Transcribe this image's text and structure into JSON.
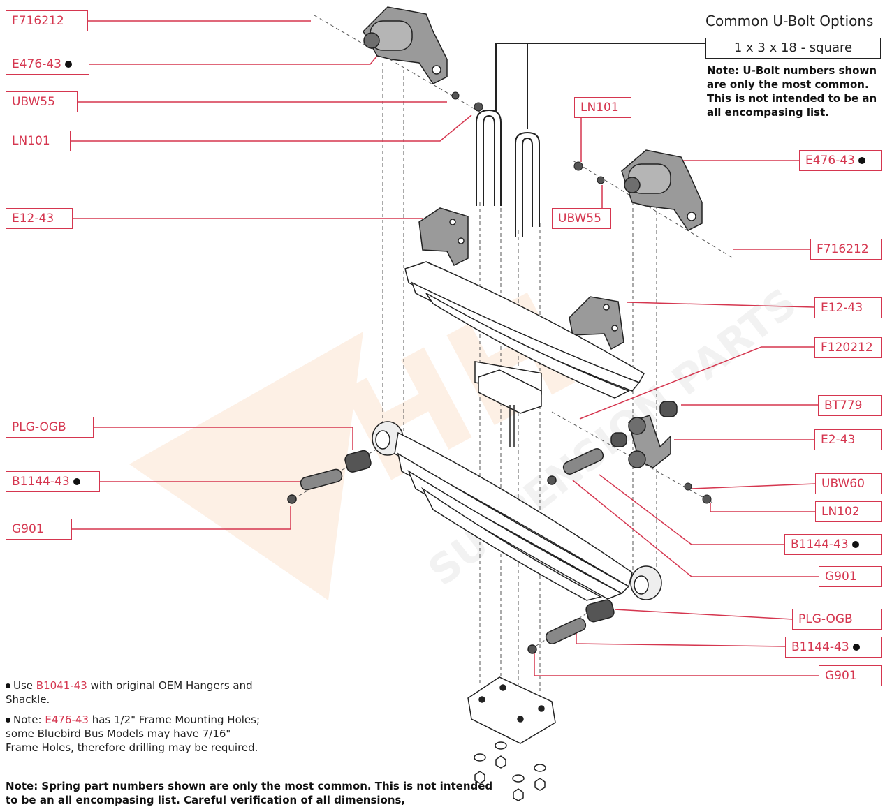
{
  "labels": {
    "f716212_tl": "F716212",
    "e476_tl": "E476-43",
    "ubw55_tl": "UBW55",
    "ln101_tl": "LN101",
    "e12_tl": "E12-43",
    "ln101_m": "LN101",
    "ubw55_m": "UBW55",
    "e476_r": "E476-43",
    "f716212_r": "F716212",
    "e12_r": "E12-43",
    "f120212": "F120212",
    "plg_l": "PLG-OGB",
    "b1144_l": "B1144-43",
    "g901_l": "G901",
    "bt779": "BT779",
    "e2_43": "E2-43",
    "ubw60": "UBW60",
    "ln102": "LN102",
    "b1144_r": "B1144-43",
    "g901_r": "G901",
    "plg_r": "PLG-OGB",
    "b1144_r2": "B1144-43",
    "g901_r2": "G901"
  },
  "ubolt": {
    "heading": "Common U-Bolt Options",
    "option": "1 x 3 x 18 - square",
    "note": "Note: U-Bolt numbers shown are only the most common. This is not intended to be an all encompasing list."
  },
  "footnotes": {
    "n1_pre": "Use ",
    "n1_part": "B1041-43",
    "n1_post": " with original OEM Hangers and Shackle.",
    "n2_pre": "Note: ",
    "n2_part": "E476-43",
    "n2_post": " has 1/2\" Frame Mounting Holes; some Bluebird Bus Models may have 7/16\" Frame Holes, therefore drilling may be required."
  },
  "bottom_note": "Note: Spring part numbers shown are only the most common. This is not intended to be an all encompasing list. Careful verification of all dimensions,",
  "watermark": {
    "text": "SUSPENSION PARTS"
  },
  "colors": {
    "accent": "#d5364f",
    "part_fill": "#9a9a9a",
    "part_dark": "#6e6e6e",
    "line": "#222222"
  }
}
